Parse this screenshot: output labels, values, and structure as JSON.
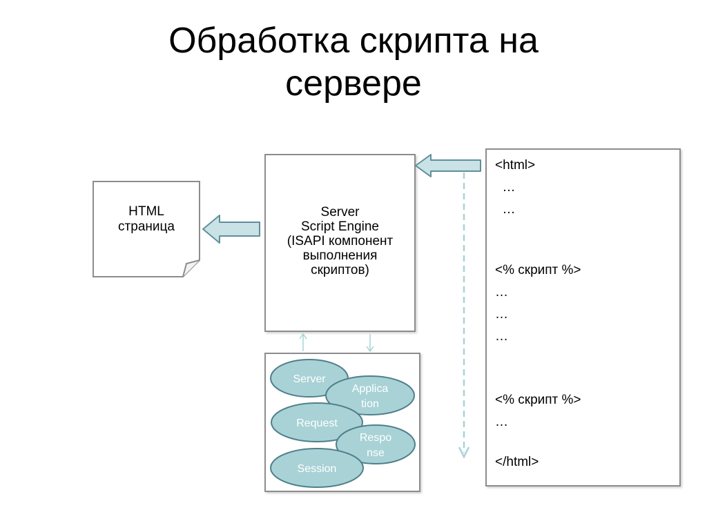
{
  "title": {
    "line1": "Обработка скрипта на",
    "line2": "сервере"
  },
  "html_page": {
    "line1": "HTML",
    "line2": "страница"
  },
  "engine": {
    "line1": "Server",
    "line2": "Script Engine",
    "line3": "(ISAPI компонент",
    "line4": "выполнения",
    "line5": "скриптов)"
  },
  "objects": {
    "server": "Server",
    "application_1": "Applica",
    "application_2": "tion",
    "request": "Request",
    "response_1": "Respo",
    "response_2": "nse",
    "session": "Session"
  },
  "source": {
    "l1": "<html>",
    "l2": "  …",
    "l3": "  …",
    "l4": "<% скрипт %>",
    "l5": "…",
    "l6": "…",
    "l7": "…",
    "l8": "<% скрипт %>",
    "l9": "…",
    "l10": "</html>"
  },
  "colors": {
    "arrow_fill": "#c9e2e6",
    "arrow_stroke": "#5f8f98",
    "ellipse_fill": "#a8d2d6",
    "ellipse_stroke": "#4f7f8a",
    "box_border": "#8c8c8c",
    "dashed_line": "#a8d2d6"
  }
}
